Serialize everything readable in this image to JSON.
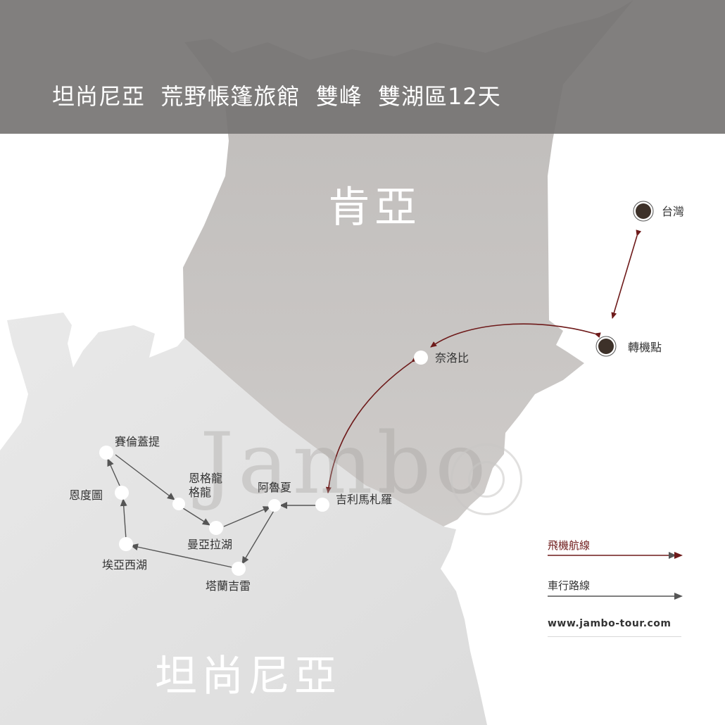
{
  "title": "坦尚尼亞  荒野帳篷旅館  雙峰  雙湖區12天",
  "countries": {
    "kenya": "肯亞",
    "tanzania": "坦尚尼亞"
  },
  "watermark": "Jambo",
  "places": {
    "taiwan": "台灣",
    "transit": "轉機點",
    "nairobi": "奈洛比",
    "kilimanjaro": "吉利馬札羅",
    "arusha": "阿魯夏",
    "serengeti": "賽倫蓋提",
    "ngorongoro_line1": "恩格龍",
    "ngorongoro_line2": "格龍",
    "manyara": "曼亞拉湖",
    "ndutu": "恩度圖",
    "eyasi": "埃亞西湖",
    "tarangire": "塔蘭吉雷"
  },
  "legend": {
    "flight_label": "飛機航線",
    "road_label": "車行路線",
    "website": "www.jambo-tour.com"
  },
  "colors": {
    "header_band": "#767473",
    "kenya_fill": "#c9c6c4",
    "tanzania_fill": "#e4e4e4",
    "flight_route": "#6e1a1a",
    "road_route": "#555555",
    "airport_marker": "#3d3129"
  }
}
